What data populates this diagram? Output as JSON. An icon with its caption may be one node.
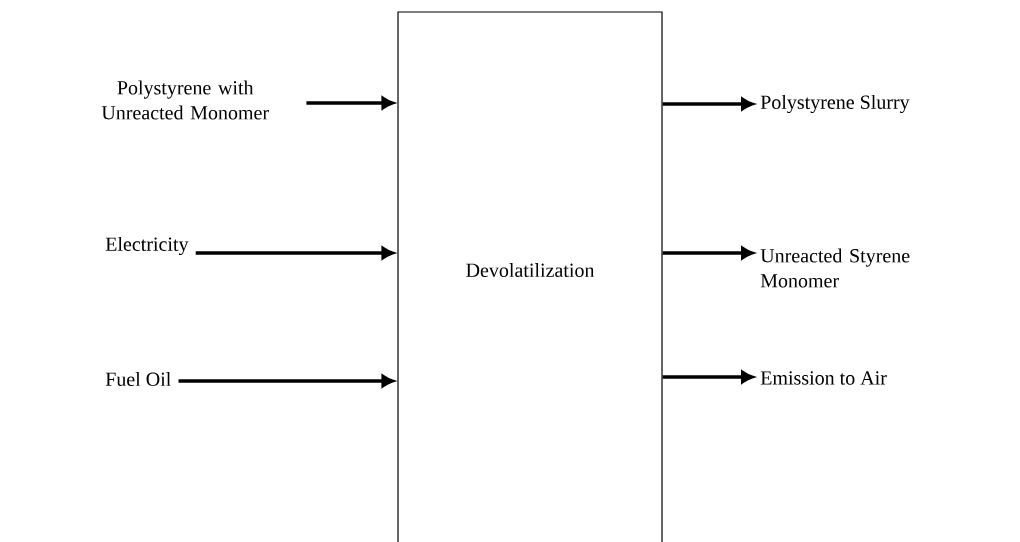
{
  "diagram": {
    "nodes": [
      {
        "text": [
          "Devolatilization"
        ]
      },
      {
        "text": [
          "Polystyrene with Unreacted Monomer"
        ]
      },
      {
        "text": [
          "Electricity"
        ]
      },
      {
        "text": [
          "Fuel Oil"
        ]
      },
      {
        "text": [
          "Polystyrene Slurry"
        ]
      },
      {
        "text": [
          "Unreacted Styrene Monomer"
        ]
      },
      {
        "text": [
          "Emission to Air"
        ]
      }
    ],
    "edges": [
      {
        "from": 1,
        "to": 0,
        "arrow": "to"
      },
      {
        "from": 2,
        "to": 0,
        "arrow": "to"
      },
      {
        "from": 3,
        "to": 0,
        "arrow": "to"
      },
      {
        "from": 0,
        "to": 4,
        "arrow": "to"
      },
      {
        "from": 0,
        "to": 5,
        "arrow": "to"
      },
      {
        "from": 0,
        "to": 6,
        "arrow": "to"
      }
    ]
  }
}
